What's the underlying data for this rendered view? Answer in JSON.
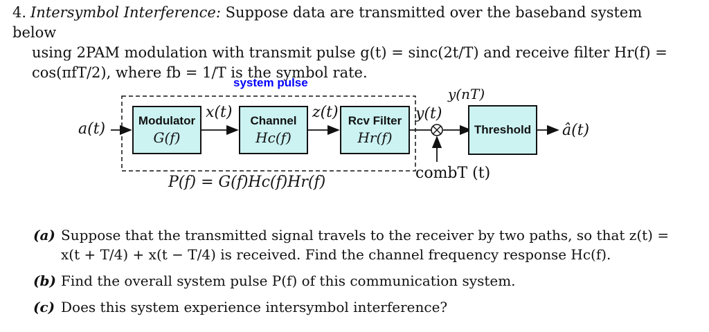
{
  "problem": {
    "number": "4.",
    "title": "Intersymbol Interference:",
    "line1_rest": "Suppose data are transmitted over the baseband system below",
    "line2": "using 2PAM modulation with transmit pulse g(t) = sinc(2t/T) and receive filter Hr(f) =",
    "line3": "cos(πfT/2), where fb = 1/T is the symbol rate."
  },
  "diagram": {
    "system_pulse_label": "system pulse",
    "input_label": "a(t)",
    "x_label": "x(t)",
    "z_label": "z(t)",
    "y_label": "y(t)",
    "ynt_label": "y(nT)",
    "output_label": "â(t)",
    "comb_label": "combT (t)",
    "pulse_equation": "P(f) = G(f)Hc(f)Hr(f)",
    "blocks": [
      {
        "title": "Modulator",
        "tf": "G(f)"
      },
      {
        "title": "Channel",
        "tf": "Hc(f)"
      },
      {
        "title": "Rcv Filter",
        "tf": "Hr(f)"
      },
      {
        "title": "Threshold",
        "tf": ""
      }
    ],
    "colors": {
      "block_fill": "#ccf2f2",
      "system_pulse": "#0000ff"
    }
  },
  "parts": [
    {
      "tag": "(a)",
      "text": "Suppose that the transmitted signal travels to the receiver by two paths, so that z(t) = x(t + T/4) + x(t − T/4) is received. Find the channel frequency response Hc(f)."
    },
    {
      "tag": "(b)",
      "text": "Find the overall system pulse P(f) of this communication system."
    },
    {
      "tag": "(c)",
      "text": "Does this system experience intersymbol interference?"
    }
  ]
}
